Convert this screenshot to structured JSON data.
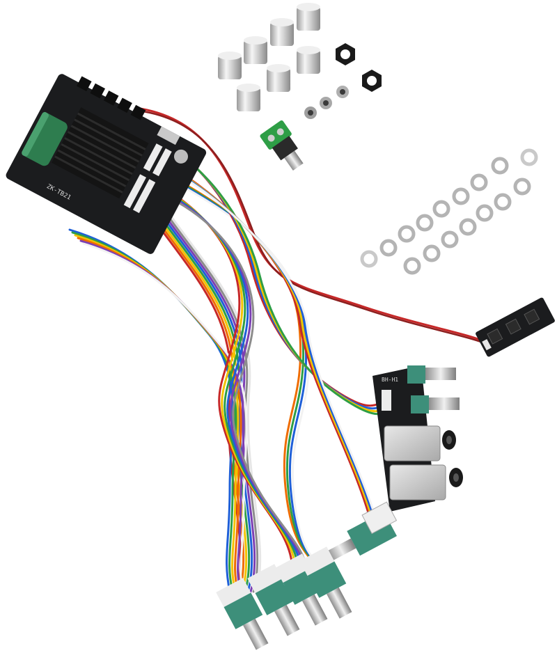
{
  "scene": {
    "background": "#ffffff",
    "board_labels": {
      "main_board": "ZK-TB21",
      "pot_board": "BH-H1"
    }
  },
  "colors": {
    "pcb": "#1b1c1e",
    "heatsink": "#141414",
    "capacitor": "#2e7d4f",
    "pot_body": "#3d8f7a",
    "aluminum": "#d9d9d9",
    "wire_red": "#c62828",
    "wire_orange": "#ef6c00",
    "wire_yellow": "#f2c200",
    "wire_green": "#2e9e46",
    "wire_blue": "#1e5fd8",
    "wire_purple": "#7b3fb3",
    "wire_grey": "#8c8c8c",
    "wire_white": "#f2f2f2"
  },
  "counts": {
    "knobs": 7,
    "hex_nuts": 2,
    "spacers": 3,
    "washers": 16,
    "amp_pots": 4
  }
}
